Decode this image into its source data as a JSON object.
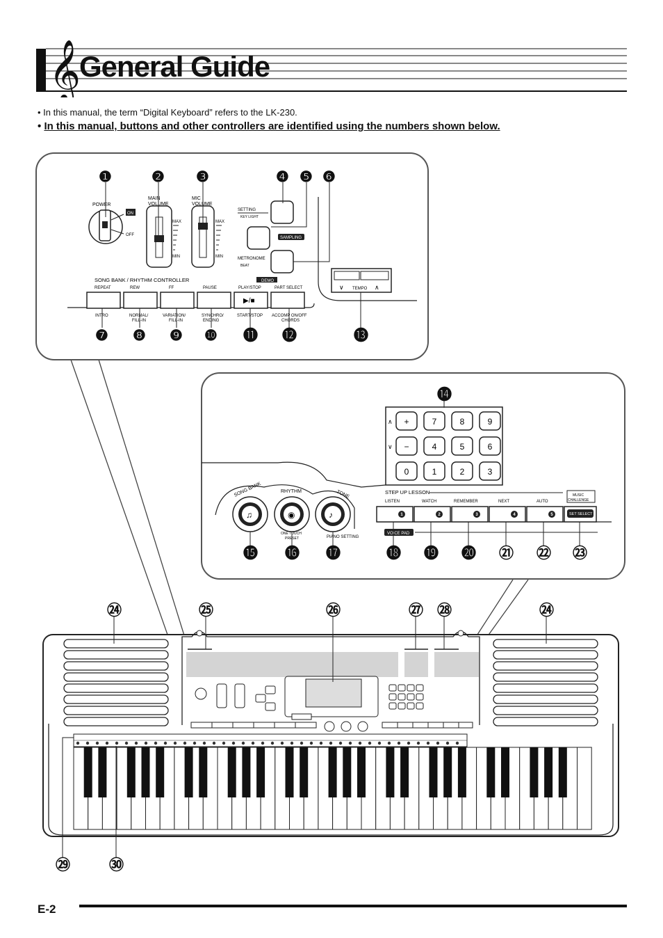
{
  "page": {
    "title": "General Guide",
    "bullet1": "• In this manual, the term “Digital Keyboard” refers to the LK-230.",
    "bullet2_mark": "•",
    "bullet2": "In this manual, buttons and other controllers are identified using the numbers shown below.",
    "page_number": "E-2"
  },
  "panel1": {
    "labels": {
      "power": "POWER",
      "on": "ON",
      "off": "OFF",
      "main_volume": "MAIN\nVOLUME",
      "main_volume_a": "MAIN",
      "main_volume_b": "VOLUME",
      "mic_volume_a": "MIC",
      "mic_volume_b": "VOLUME",
      "max": "MAX",
      "min": "MIN",
      "setting": "SETTING",
      "key_light": "KEY LIGHT",
      "sampling": "SAMPLING",
      "metronome": "METRONOME",
      "beat": "BEAT",
      "tempo": "TEMPO",
      "song_bank_rhythm_controller": "SONG BANK / RHYTHM CONTROLLER",
      "demo": "DEMO",
      "repeat": "REPEAT",
      "rew": "REW",
      "ff": "FF",
      "pause": "PAUSE",
      "play_stop": "PLAY/STOP",
      "part_select": "PART SELECT",
      "intro": "INTRO",
      "normal_fill_in_a": "NORMAL/",
      "normal_fill_in_b": "FILL-IN",
      "variation_fill_in_a": "VARIATION/",
      "variation_fill_in_b": "FILL-IN",
      "synchro_ending_a": "SYNCHRO/",
      "synchro_ending_b": "ENDING",
      "start_stop": "START/STOP",
      "accomp_on_off_a": "ACCOMP ON/OFF",
      "accomp_on_off_b": "CHORDS",
      "play_stop_symbol": "▶/■"
    },
    "callouts": [
      "❶",
      "❷",
      "❸",
      "❹",
      "❺",
      "❻",
      "❼",
      "❽",
      "❾",
      "❿",
      "⓫",
      "⓬",
      "⓭"
    ]
  },
  "panel2": {
    "labels": {
      "song_bank": "SONG BANK",
      "rhythm": "RHYTHM",
      "tone": "TONE",
      "one_touch_preset_a": "ONE TOUCH",
      "one_touch_preset_b": "PRESET",
      "piano_setting": "PIANO SETTING",
      "step_up_lesson": "STEP UP LESSON",
      "music_challenge_a": "MUSIC",
      "music_challenge_b": "CHALLENGE",
      "listen": "LISTEN",
      "watch": "WATCH",
      "remember": "REMEMBER",
      "next": "NEXT",
      "auto": "AUTO",
      "set_select": "SET SELECT",
      "voice_pad": "VOICE PAD",
      "up": "∧",
      "down": "∨"
    },
    "keypad": [
      "+",
      "7",
      "8",
      "9",
      "−",
      "4",
      "5",
      "6",
      "0",
      "1",
      "2",
      "3"
    ],
    "lesson_digits": [
      "1",
      "2",
      "3",
      "4",
      "5"
    ],
    "callouts": [
      "⓮",
      "⓯",
      "⓰",
      "⓱",
      "⓲",
      "⓳",
      "⓴",
      "㉑",
      "㉒",
      "㉓"
    ]
  },
  "keyboard": {
    "callouts": [
      "㉔",
      "㉕",
      "㉖",
      "㉗",
      "㉘",
      "㉔",
      "㉙",
      "㉚"
    ]
  }
}
